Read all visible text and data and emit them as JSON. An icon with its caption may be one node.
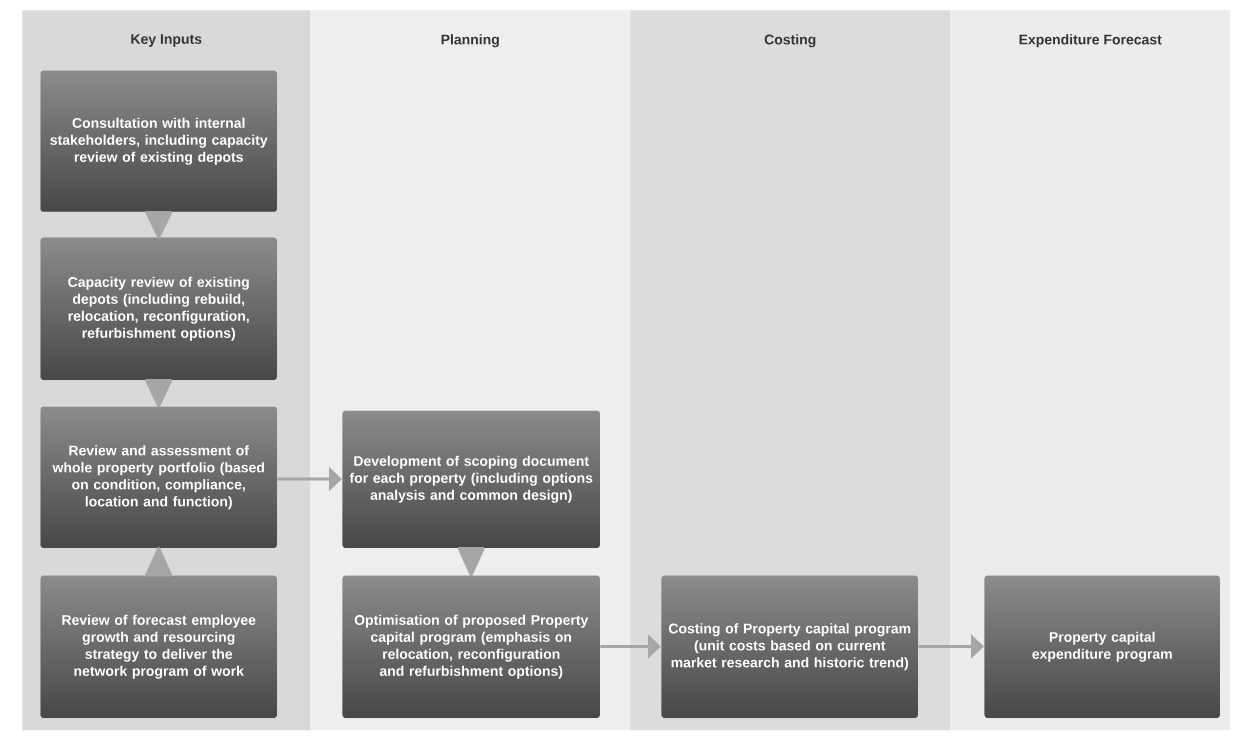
{
  "diagram": {
    "nodes": [
      {
        "text": [
          "Key Inputs"
        ]
      },
      {
        "text": [
          "Consultation with internal stakeholders, including capacity review of existing depots"
        ],
        "in": 0
      },
      {
        "text": [
          "Capacity review of existing depots (including rebuild, relocation, reconfiguration, refurbishment options)"
        ],
        "in": 0
      },
      {
        "text": [
          "Review and assessment of whole property portfolio (based on condition, compliance, location and function)"
        ],
        "in": 0
      },
      {
        "text": [
          "Review of forecast employee growth and resourcing strategy to deliver the network program of work"
        ],
        "in": 0
      },
      {
        "text": [
          "Planning"
        ]
      },
      {
        "text": [
          "Development of scoping document for each property (including options analysis and common design)"
        ],
        "in": 5
      },
      {
        "text": [
          "Optimisation of proposed Property capital program (emphasis on relocation, reconfiguration and refurbishment options)"
        ],
        "in": 5
      },
      {
        "text": [
          "Costing"
        ]
      },
      {
        "text": [
          "Costing of Property capital program (unit costs based on current market research and historic trend)"
        ],
        "in": 8
      },
      {
        "text": [
          "Expenditure Forecast"
        ]
      },
      {
        "text": [
          "Property capital expenditure program"
        ],
        "in": 10
      }
    ],
    "edges": [
      {
        "from": 1,
        "to": 2,
        "arrow": "to"
      },
      {
        "from": 2,
        "to": 3,
        "arrow": "to"
      },
      {
        "from": 4,
        "to": 3,
        "arrow": "to"
      },
      {
        "from": 3,
        "to": 6,
        "arrow": "to"
      },
      {
        "from": 6,
        "to": 7,
        "arrow": "to"
      },
      {
        "from": 7,
        "to": 9,
        "arrow": "to"
      },
      {
        "from": 9,
        "to": 11,
        "arrow": "to"
      }
    ]
  }
}
